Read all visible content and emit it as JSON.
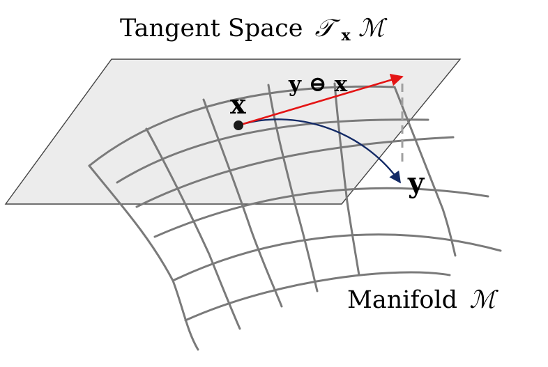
{
  "labels": {
    "title_prefix": "Tangent Space",
    "title_symbol": "𝒯",
    "title_subscript": "x",
    "title_manifold": "ℳ",
    "point_x": "x",
    "point_y": "y",
    "log_map": "y ⊖ x",
    "manifold_prefix": "Manifold",
    "manifold_symbol": "ℳ"
  },
  "colors": {
    "plane_fill": "#ececec",
    "plane_stroke": "#444444",
    "grid": "#7a7a7a",
    "tangent_vector": "#e41414",
    "geodesic": "#132a66",
    "projection": "#a0a0a0",
    "point": "#1a1a1a"
  }
}
